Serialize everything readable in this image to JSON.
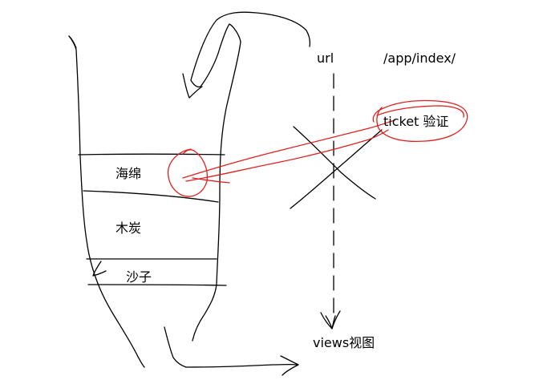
{
  "labels": {
    "sponge": "海绵",
    "charcoal": "木炭",
    "sand": "沙子",
    "url": "url",
    "path": "/app/index/",
    "ticket": "ticket 验证",
    "views": "views视图"
  },
  "colors": {
    "ink": "#000000",
    "highlight": "#e0201e",
    "background": "#ffffff"
  }
}
